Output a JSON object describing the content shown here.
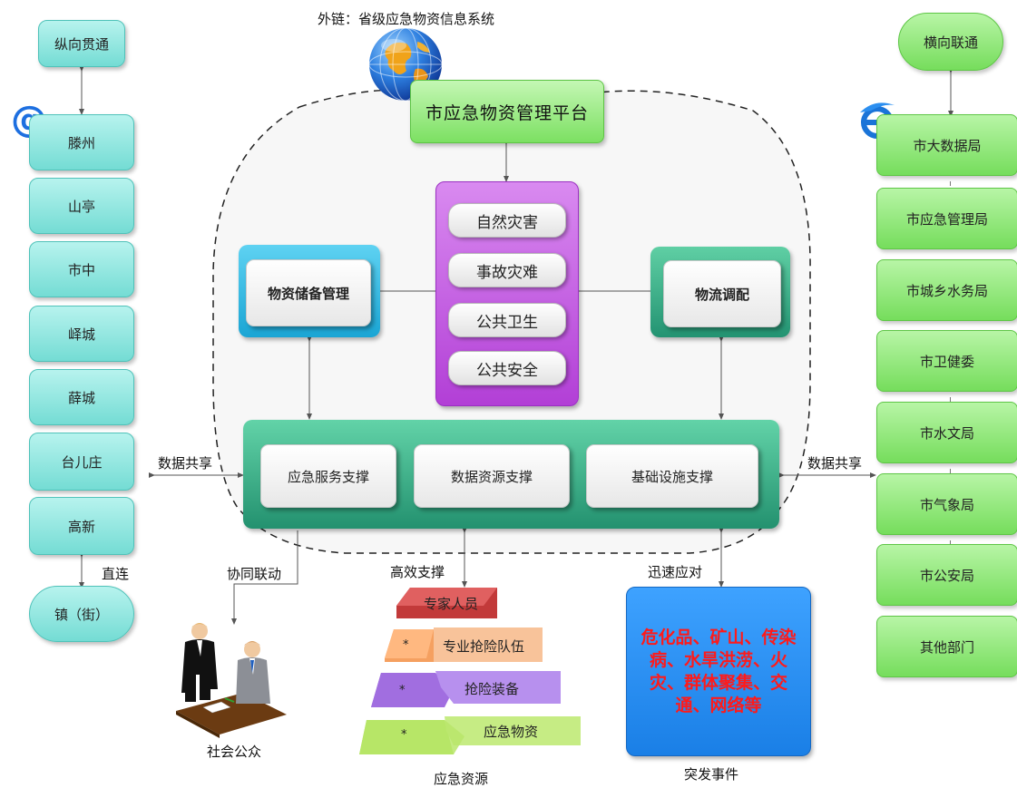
{
  "external_link": "外链：省级应急物资信息系统",
  "platform_title": "市应急物资管理平台",
  "left_column": {
    "header": "纵向贯通",
    "counties": [
      "滕州",
      "山亭",
      "市中",
      "峄城",
      "薛城",
      "台儿庄",
      "高新"
    ],
    "direct_label": "直连",
    "town": "镇（街）"
  },
  "right_column": {
    "header": "横向联通",
    "departments": [
      "市大数据局",
      "市应急管理局",
      "市城乡水务局",
      "市卫健委",
      "市水文局",
      "市气象局",
      "市公安局",
      "其他部门"
    ]
  },
  "disaster_types": [
    "自然灾害",
    "事故灾难",
    "公共卫生",
    "公共安全"
  ],
  "storage_mgmt": "物资储备管理",
  "logistics": "物流调配",
  "supports": [
    "应急服务支撑",
    "数据资源支撑",
    "基础设施支撑"
  ],
  "data_share_left": "数据共享",
  "data_share_right": "数据共享",
  "coordination": "协同联动",
  "efficient_support": "高效支撑",
  "rapid_response": "迅速应对",
  "public_label": "社会公众",
  "resources": {
    "items": [
      "专家人员",
      "专业抢险队伍",
      "抢险装备",
      "应急物资"
    ],
    "marker": "*",
    "label": "应急资源"
  },
  "events": {
    "text": "危化品、矿山、传染病、水旱洪涝、火灾、群体聚集、交通、网络等",
    "label": "突发事件",
    "text_color": "#ff1a1a"
  },
  "colors": {
    "cyan_box": "#74dcd4",
    "green_box": "#76dd5c",
    "purple_panel": "#b23fd6",
    "blue_frame": "#1aa5d4",
    "teal_frame": "#23916f",
    "event_box": "#1a7fe6"
  },
  "icons": [
    "globe-icon",
    "at-sign-icon",
    "ie-browser-icon",
    "business-people-icon"
  ]
}
